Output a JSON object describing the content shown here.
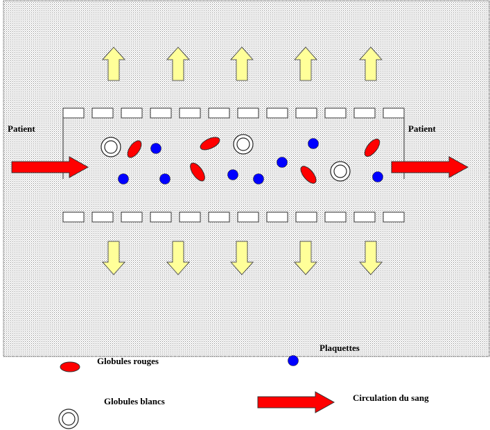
{
  "labels": {
    "patient_in": "Patient",
    "patient_out": "Patient",
    "red_cells": "Globules  rouges",
    "white_cells": "Globules  blancs",
    "platelets": "Plaquettes",
    "blood_flow": "Circulation  du sang"
  },
  "colors": {
    "background": "#e6e6e6",
    "red": "#ff0000",
    "blue": "#0000ff",
    "yellow": "#ffff99",
    "membrane": "#ffffff"
  }
}
